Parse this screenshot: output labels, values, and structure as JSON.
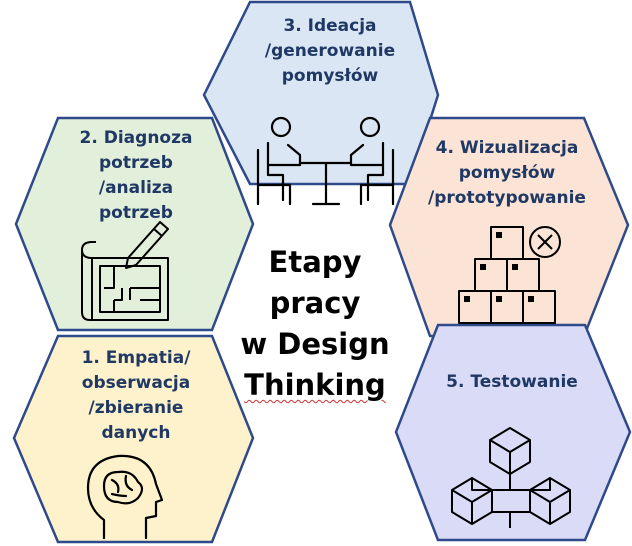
{
  "colors": {
    "outline": "#2f4a8a",
    "label_text": "#1f3864",
    "icon_stroke": "#000000",
    "fill_ideation": "#dae6f3",
    "fill_diagnosis": "#e2efda",
    "fill_visualization": "#fbe4d5",
    "fill_empathy": "#fef2cc",
    "fill_testing": "#dadcf7",
    "spellcheck_underline": "#d03030"
  },
  "stages": {
    "ideation": {
      "line1": "3. Ideacja",
      "line2": "/generowanie",
      "line3": "pomysłów",
      "icon": "two-people-at-table-icon"
    },
    "diagnosis": {
      "line1": "2. Diagnoza",
      "line2": "potrzeb",
      "line3": "/analiza",
      "line4": "potrzeb",
      "icon": "blueprint-pencil-icon"
    },
    "visualization": {
      "line1": "4. Wizualizacja",
      "line2": "pomysłów",
      "line3": "/prototypowanie",
      "icon": "boxes-prototype-icon"
    },
    "empathy": {
      "line1": "1. Empatia/",
      "line2": "obserwacja",
      "line3": "/zbieranie",
      "line4": "danych",
      "icon": "head-brain-icon"
    },
    "testing": {
      "line1": "5. Testowanie",
      "icon": "connected-cubes-icon"
    }
  },
  "center": {
    "line1": "Etapy",
    "line2": "pracy",
    "line3": "w Design",
    "line4": "Thinking"
  }
}
